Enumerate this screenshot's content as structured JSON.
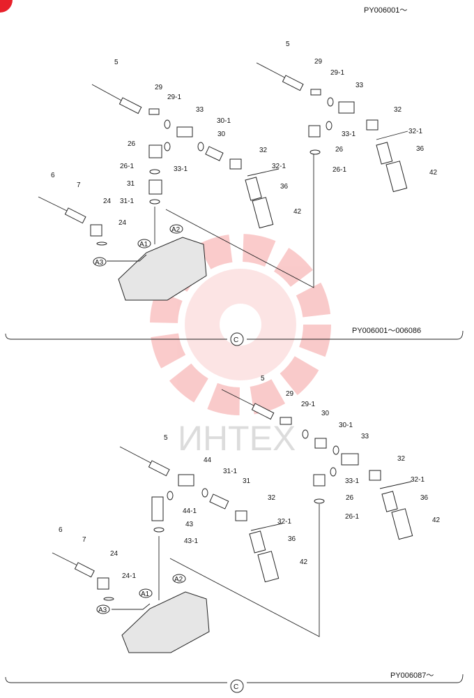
{
  "serial_top": "PY006001～",
  "section1": {
    "range": "PY006001～006086",
    "section_mark": "C",
    "refs": [
      "A1",
      "A2",
      "A3"
    ],
    "callouts": [
      "5",
      "29",
      "29-1",
      "33",
      "30-1",
      "30",
      "26",
      "33-1",
      "32",
      "26-1",
      "32-1",
      "31",
      "36",
      "31-1",
      "42",
      "6",
      "7",
      "24",
      "24",
      "5",
      "29",
      "29-1",
      "33",
      "32",
      "33-1",
      "32-1",
      "26",
      "36",
      "26-1",
      "42"
    ]
  },
  "section2": {
    "range": "PY006087～",
    "section_mark": "C",
    "refs": [
      "A1",
      "A2",
      "A3"
    ],
    "callouts": [
      "5",
      "29",
      "29-1",
      "30",
      "30-1",
      "33",
      "32",
      "33-1",
      "26",
      "32-1",
      "26-1",
      "36",
      "42",
      "5",
      "44",
      "31-1",
      "31",
      "44-1",
      "32",
      "43",
      "43-1",
      "32-1",
      "36",
      "42",
      "6",
      "7",
      "24",
      "24-1"
    ]
  },
  "watermark": {
    "text": "ИНТЕХ",
    "color": "#f06a6a"
  },
  "colors": {
    "brand": "#e8202a",
    "line": "#222222"
  }
}
